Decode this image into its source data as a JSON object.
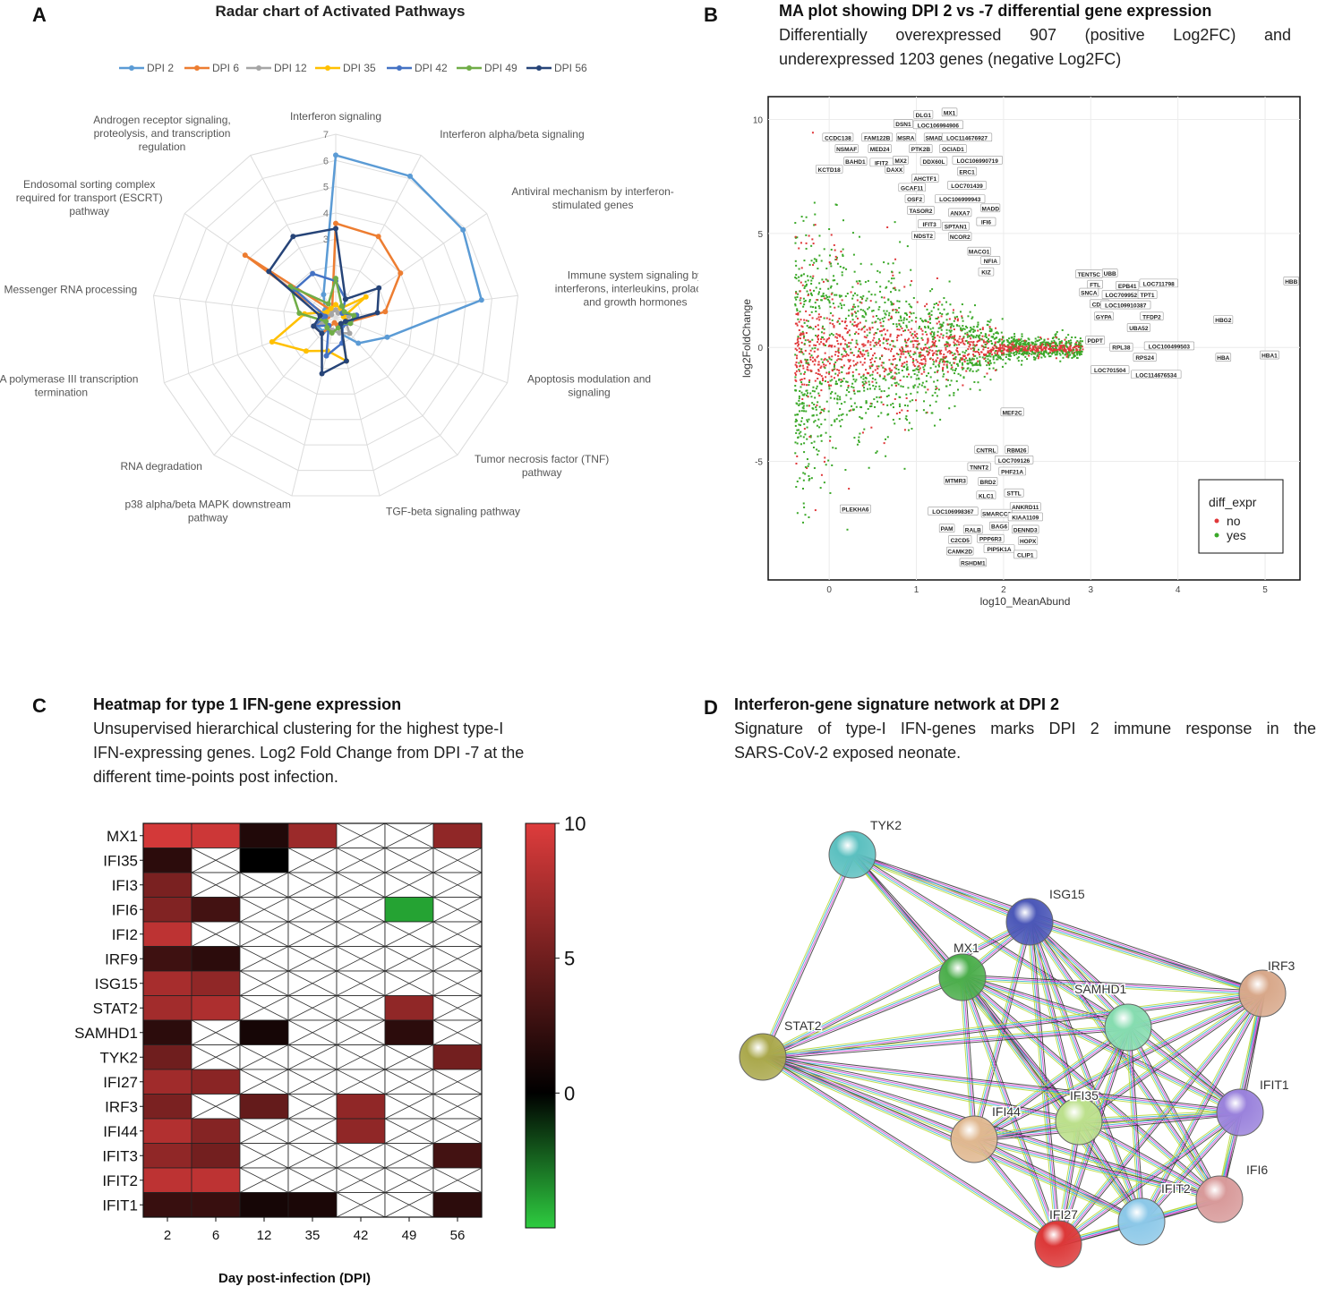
{
  "panels": {
    "A": {
      "label": "A"
    },
    "B": {
      "label": "B",
      "title": "MA plot showing DPI 2 vs -7 differential gene expression",
      "desc_line1": "Differentially overexpressed 907 (positive Log2FC) and",
      "desc_line2": "underexpressed 1203 genes (negative Log2FC)"
    },
    "C": {
      "label": "C",
      "title": "Heatmap for type 1 IFN-gene expression",
      "desc_line1": "Unsupervised hierarchical clustering for the highest type-I",
      "desc_line2": "IFN-expressing genes. Log2 Fold Change from DPI -7 at the",
      "desc_line3": "different time-points post infection."
    },
    "D": {
      "label": "D",
      "title": "Interferon-gene signature network at DPI 2",
      "desc_line1": "Signature of type-I IFN-genes marks DPI 2 immune response in the",
      "desc_line2": "SARS-CoV-2 exposed neonate."
    }
  },
  "chart_data": [
    {
      "type": "radar",
      "title": "Radar chart of Activated Pathways",
      "axes": [
        "Interferon signaling",
        "Interferon alpha/beta signaling",
        "Antiviral mechanism by interferon-stimulated genes",
        "Immune system signaling by interferons, interleukins, prolactin, and growth hormones",
        "Apoptosis modulation and signaling",
        "Tumor necrosis factor (TNF) pathway",
        "TGF-beta signaling pathway",
        "p38 alpha/beta MAPK downstream pathway",
        "RNA degradation",
        "RNA polymerase III transcription termination",
        "Messenger RNA processing",
        "Endosomal sorting complex required for transport (ESCRT) pathway",
        "Androgen receptor signaling, proteolysis, and transcription regulation"
      ],
      "axis_label_lines": [
        [
          "Interferon signaling"
        ],
        [
          "Interferon alpha/beta signaling"
        ],
        [
          "Antiviral mechanism by interferon-",
          "stimulated genes"
        ],
        [
          "Immune system signaling by",
          "interferons, interleukins, prolactin,",
          "and growth hormones"
        ],
        [
          "Apoptosis modulation and",
          "signaling"
        ],
        [
          "Tumor necrosis factor (TNF)",
          "pathway"
        ],
        [
          "TGF-beta signaling pathway"
        ],
        [
          "p38 alpha/beta MAPK downstream",
          "pathway"
        ],
        [
          "RNA degradation"
        ],
        [
          "RNA polymerase III transcription",
          "termination"
        ],
        [
          "Messenger RNA processing"
        ],
        [
          "Endosomal sorting complex",
          "required for transport (ESCRT)",
          "pathway"
        ],
        [
          "Androgen receptor signaling,",
          "proteolysis, and transcription",
          "regulation"
        ]
      ],
      "rmax": 7,
      "ticks": [
        "3",
        "4",
        "5",
        "6",
        "7"
      ],
      "series": [
        {
          "name": "DPI 2",
          "color": "#5b9bd5",
          "values": [
            6.2,
            6.1,
            5.9,
            5.6,
            2.1,
            1.3,
            0.6,
            0.5,
            0.7,
            0.8,
            0.4,
            0.5,
            1.0
          ]
        },
        {
          "name": "DPI 6",
          "color": "#ed7d31",
          "values": [
            3.6,
            3.5,
            3.0,
            1.9,
            0.5,
            0.4,
            0.3,
            0.2,
            0.8,
            0.9,
            0.3,
            4.2,
            0.3
          ]
        },
        {
          "name": "DPI 12",
          "color": "#a5a5a5",
          "values": [
            0.3,
            0.2,
            0.3,
            0.5,
            0.4,
            0.8,
            0.6,
            0.5,
            0.4,
            0.6,
            0.4,
            0.2,
            0.3
          ]
        },
        {
          "name": "DPI 35",
          "color": "#ffc000",
          "values": [
            0.5,
            0.4,
            1.4,
            0.3,
            0.6,
            0.3,
            1.7,
            1.3,
            1.7,
            2.6,
            1.2,
            0.4,
            0.4
          ]
        },
        {
          "name": "DPI 42",
          "color": "#4472c4",
          "values": [
            1.4,
            0.8,
            0.3,
            0.8,
            0.6,
            0.4,
            1.0,
            1.5,
            0.4,
            0.9,
            0.4,
            1.9,
            1.9
          ]
        },
        {
          "name": "DPI 49",
          "color": "#70ad47",
          "values": [
            1.5,
            0.5,
            0.4,
            0.7,
            0.6,
            0.3,
            0.4,
            0.6,
            0.5,
            0.4,
            1.4,
            2.1,
            0.6
          ]
        },
        {
          "name": "DPI 56",
          "color": "#264478",
          "values": [
            3.4,
            0.8,
            2.0,
            1.6,
            0.4,
            0.3,
            1.7,
            2.2,
            0.8,
            0.9,
            0.6,
            3.1,
            3.5
          ]
        }
      ],
      "legend_position": "top"
    },
    {
      "type": "scatter",
      "xlabel": "log10_MeanAbund",
      "ylabel": "log2FoldChange",
      "xlim": [
        -0.7,
        5.4
      ],
      "ylim": [
        -10.2,
        11
      ],
      "xticks": [
        0,
        1,
        2,
        3,
        4,
        5
      ],
      "yticks": [
        -5,
        0,
        5,
        10
      ],
      "legend": {
        "title": "diff_expr",
        "entries": [
          {
            "name": "no",
            "color": "#e0383a"
          },
          {
            "name": "yes",
            "color": "#3aa828"
          }
        ]
      },
      "gene_labels": [
        {
          "text": "MX1",
          "x": 1.38,
          "y": 10.3
        },
        {
          "text": "DLG1",
          "x": 1.08,
          "y": 10.2
        },
        {
          "text": "DSN1",
          "x": 0.85,
          "y": 9.8
        },
        {
          "text": "LOC106994906",
          "x": 1.25,
          "y": 9.75
        },
        {
          "text": "CCDC138",
          "x": 0.1,
          "y": 9.2
        },
        {
          "text": "FAM122B",
          "x": 0.55,
          "y": 9.2
        },
        {
          "text": "MSRA",
          "x": 0.88,
          "y": 9.2
        },
        {
          "text": "SMAD5",
          "x": 1.22,
          "y": 9.2
        },
        {
          "text": "LOC114676927",
          "x": 1.58,
          "y": 9.2
        },
        {
          "text": "NSMAF",
          "x": 0.2,
          "y": 8.7
        },
        {
          "text": "MED24",
          "x": 0.58,
          "y": 8.7
        },
        {
          "text": "PTK2B",
          "x": 1.05,
          "y": 8.7
        },
        {
          "text": "OCIAD1",
          "x": 1.42,
          "y": 8.7
        },
        {
          "text": "BAHD1",
          "x": 0.3,
          "y": 8.15
        },
        {
          "text": "IFIT2",
          "x": 0.6,
          "y": 8.1
        },
        {
          "text": "MX2",
          "x": 0.82,
          "y": 8.2
        },
        {
          "text": "DDX60L",
          "x": 1.2,
          "y": 8.15
        },
        {
          "text": "LOC106990719",
          "x": 1.7,
          "y": 8.2
        },
        {
          "text": "KCTD18",
          "x": 0.0,
          "y": 7.8
        },
        {
          "text": "DAXX",
          "x": 0.75,
          "y": 7.8
        },
        {
          "text": "ERC1",
          "x": 1.58,
          "y": 7.7
        },
        {
          "text": "AHCTF1",
          "x": 1.1,
          "y": 7.4
        },
        {
          "text": "GCAF11",
          "x": 0.95,
          "y": 7.0
        },
        {
          "text": "LOC701439",
          "x": 1.58,
          "y": 7.1
        },
        {
          "text": "OSF2",
          "x": 0.98,
          "y": 6.5
        },
        {
          "text": "LOC106999943",
          "x": 1.5,
          "y": 6.5
        },
        {
          "text": "TASOR2",
          "x": 1.05,
          "y": 6.0
        },
        {
          "text": "ANXA7",
          "x": 1.5,
          "y": 5.9
        },
        {
          "text": "MADD",
          "x": 1.85,
          "y": 6.1
        },
        {
          "text": "IFIT3",
          "x": 1.15,
          "y": 5.4
        },
        {
          "text": "SPTAN1",
          "x": 1.45,
          "y": 5.3
        },
        {
          "text": "IFI6",
          "x": 1.8,
          "y": 5.5
        },
        {
          "text": "NDST2",
          "x": 1.08,
          "y": 4.9
        },
        {
          "text": "NCOR2",
          "x": 1.5,
          "y": 4.85
        },
        {
          "text": "MACO1",
          "x": 1.72,
          "y": 4.2
        },
        {
          "text": "NFIA",
          "x": 1.85,
          "y": 3.8
        },
        {
          "text": "KIZ",
          "x": 1.8,
          "y": 3.3
        },
        {
          "text": "TENT5C",
          "x": 2.98,
          "y": 3.2
        },
        {
          "text": "UBB",
          "x": 3.22,
          "y": 3.25
        },
        {
          "text": "FTL",
          "x": 3.05,
          "y": 2.75
        },
        {
          "text": "EPB41",
          "x": 3.42,
          "y": 2.7
        },
        {
          "text": "LOC711798",
          "x": 3.78,
          "y": 2.8
        },
        {
          "text": "HBB",
          "x": 5.3,
          "y": 2.9
        },
        {
          "text": "SNCA",
          "x": 2.98,
          "y": 2.4
        },
        {
          "text": "LOC709952",
          "x": 3.35,
          "y": 2.3
        },
        {
          "text": "TPT1",
          "x": 3.65,
          "y": 2.3
        },
        {
          "text": "CD82",
          "x": 3.1,
          "y": 1.9
        },
        {
          "text": "LOC109910387",
          "x": 3.4,
          "y": 1.85
        },
        {
          "text": "GYPA",
          "x": 3.15,
          "y": 1.35
        },
        {
          "text": "TFDP2",
          "x": 3.7,
          "y": 1.35
        },
        {
          "text": "HBG2",
          "x": 4.52,
          "y": 1.2
        },
        {
          "text": "UBA52",
          "x": 3.55,
          "y": 0.85
        },
        {
          "text": "PDPT",
          "x": 3.05,
          "y": 0.3
        },
        {
          "text": "RPL38",
          "x": 3.35,
          "y": 0.0
        },
        {
          "text": "LOC100499503",
          "x": 3.9,
          "y": 0.05
        },
        {
          "text": "HBA",
          "x": 4.52,
          "y": -0.45
        },
        {
          "text": "HBA1",
          "x": 5.05,
          "y": -0.35
        },
        {
          "text": "RPS24",
          "x": 3.62,
          "y": -0.45
        },
        {
          "text": "LOC701504",
          "x": 3.22,
          "y": -1.0
        },
        {
          "text": "LOC114676534",
          "x": 3.75,
          "y": -1.2
        },
        {
          "text": "MEF2C",
          "x": 2.1,
          "y": -2.85
        },
        {
          "text": "CNTRL",
          "x": 1.8,
          "y": -4.5
        },
        {
          "text": "RBM26",
          "x": 2.15,
          "y": -4.5
        },
        {
          "text": "LOC709126",
          "x": 2.12,
          "y": -4.95
        },
        {
          "text": "TNNT2",
          "x": 1.72,
          "y": -5.25
        },
        {
          "text": "PHF21A",
          "x": 2.1,
          "y": -5.45
        },
        {
          "text": "MTMR3",
          "x": 1.45,
          "y": -5.85
        },
        {
          "text": "BRD2",
          "x": 1.82,
          "y": -5.9
        },
        {
          "text": "STTL",
          "x": 2.12,
          "y": -6.4
        },
        {
          "text": "KLC1",
          "x": 1.8,
          "y": -6.5
        },
        {
          "text": "ANKRD11",
          "x": 2.25,
          "y": -7.0
        },
        {
          "text": "LOC106998367",
          "x": 1.42,
          "y": -7.2
        },
        {
          "text": "SMARCC2",
          "x": 1.92,
          "y": -7.3
        },
        {
          "text": "KIAA1109",
          "x": 2.25,
          "y": -7.45
        },
        {
          "text": "PLEKHA6",
          "x": 0.3,
          "y": -7.1
        },
        {
          "text": "BAG6",
          "x": 1.95,
          "y": -7.85
        },
        {
          "text": "PAM",
          "x": 1.35,
          "y": -7.95
        },
        {
          "text": "RALB",
          "x": 1.65,
          "y": -8.0
        },
        {
          "text": "DENND3",
          "x": 2.25,
          "y": -8.0
        },
        {
          "text": "C2CD5",
          "x": 1.5,
          "y": -8.45
        },
        {
          "text": "PPP6R3",
          "x": 1.85,
          "y": -8.4
        },
        {
          "text": "HOPX",
          "x": 2.28,
          "y": -8.5
        },
        {
          "text": "PIP5K1A",
          "x": 1.95,
          "y": -8.85
        },
        {
          "text": "CAMK2D",
          "x": 1.5,
          "y": -8.95
        },
        {
          "text": "CLIP1",
          "x": 2.25,
          "y": -9.1
        },
        {
          "text": "RSHDM1",
          "x": 1.65,
          "y": -9.45
        }
      ]
    },
    {
      "type": "heatmap",
      "xlabel": "Day post-infection (DPI)",
      "columns": [
        "2",
        "6",
        "12",
        "35",
        "42",
        "49",
        "56"
      ],
      "rows": [
        "MX1",
        "IFI35",
        "IFI3",
        "IFI6",
        "IFI2",
        "IRF9",
        "ISG15",
        "STAT2",
        "SAMHD1",
        "TYK2",
        "IFI27",
        "IRF3",
        "IFI44",
        "IFIT3",
        "IFIT2",
        "IFIT1"
      ],
      "values": [
        [
          9.5,
          9.2,
          1.5,
          7.0,
          null,
          null,
          6.5
        ],
        [
          2.0,
          null,
          0.0,
          null,
          null,
          null,
          null
        ],
        [
          5.5,
          null,
          null,
          null,
          null,
          null,
          null
        ],
        [
          5.8,
          3.0,
          null,
          null,
          null,
          -4.0,
          null
        ],
        [
          8.5,
          null,
          null,
          null,
          null,
          null,
          null
        ],
        [
          2.8,
          2.0,
          null,
          null,
          null,
          null,
          null
        ],
        [
          7.5,
          6.5,
          null,
          null,
          null,
          null,
          null
        ],
        [
          7.3,
          7.8,
          null,
          null,
          null,
          6.5,
          null
        ],
        [
          2.0,
          null,
          1.0,
          null,
          null,
          2.0,
          null
        ],
        [
          5.0,
          null,
          null,
          null,
          null,
          null,
          5.2
        ],
        [
          7.2,
          6.2,
          null,
          null,
          null,
          null,
          null
        ],
        [
          5.5,
          null,
          4.5,
          null,
          6.5,
          null,
          null
        ],
        [
          8.0,
          6.0,
          null,
          null,
          6.5,
          null,
          null
        ],
        [
          6.5,
          5.2,
          null,
          null,
          null,
          null,
          3.0
        ],
        [
          8.5,
          8.5,
          null,
          null,
          null,
          null,
          null
        ],
        [
          2.5,
          2.5,
          1.0,
          1.2,
          null,
          null,
          2.0
        ]
      ],
      "missing_mark": "cross",
      "colorbar": {
        "ticks": [
          "10",
          "5",
          "0"
        ],
        "range": [
          -5,
          10
        ],
        "colors": [
          "#2ecc40",
          "#000000",
          "#de3c3c"
        ]
      }
    },
    {
      "type": "network",
      "nodes": [
        {
          "id": "TYK2",
          "color": "#5cc0c0"
        },
        {
          "id": "ISG15",
          "color": "#4c58b8"
        },
        {
          "id": "MX1",
          "color": "#4cae4c"
        },
        {
          "id": "IRF3",
          "color": "#d8a88a"
        },
        {
          "id": "SAMHD1",
          "color": "#86dcb0"
        },
        {
          "id": "STAT2",
          "color": "#aaa84c"
        },
        {
          "id": "IFIT1",
          "color": "#9a82dc"
        },
        {
          "id": "IFI35",
          "color": "#bce08c"
        },
        {
          "id": "IFI44",
          "color": "#e0b890"
        },
        {
          "id": "IFI6",
          "color": "#d89a9a"
        },
        {
          "id": "IFIT2",
          "color": "#8cc8e8"
        },
        {
          "id": "IFI27",
          "color": "#dc3838"
        }
      ],
      "edge_colors": [
        "#303030",
        "#d040d0",
        "#30b0d0",
        "#b8d830"
      ]
    }
  ]
}
